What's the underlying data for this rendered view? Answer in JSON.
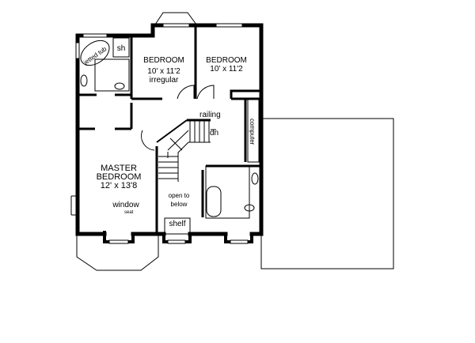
{
  "rooms": {
    "bedroom1": {
      "name": "BEDROOM",
      "size": "10' x 11'2",
      "note": "irregular"
    },
    "bedroom2": {
      "name": "BEDROOM",
      "size": "10' x 11'2"
    },
    "master": {
      "name1": "MASTER",
      "name2": "BEDROOM",
      "size": "12' x 13'8"
    }
  },
  "labels": {
    "jetted_tub": "jetted tub",
    "shower": "sh",
    "railing": "railing",
    "down": "dn",
    "computer": "computer",
    "open_to_below_1": "open to",
    "open_to_below_2": "below",
    "window": "window",
    "seat": "seat",
    "shelf": "shelf"
  }
}
